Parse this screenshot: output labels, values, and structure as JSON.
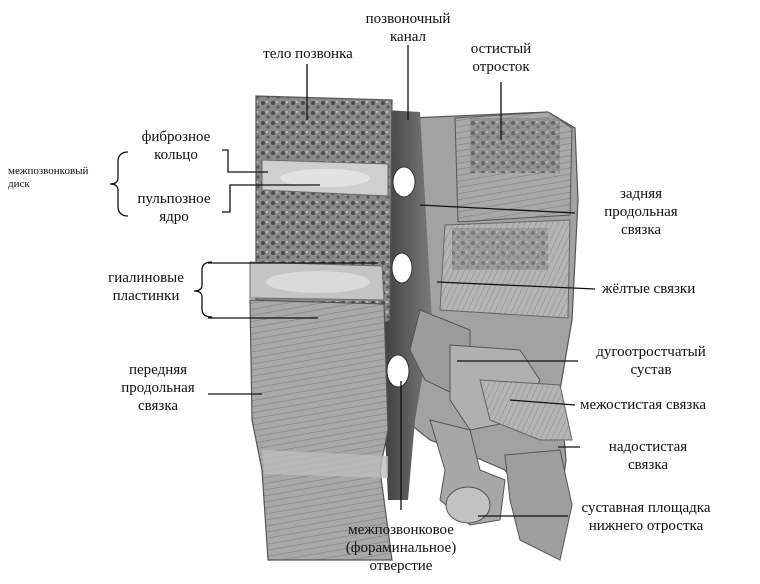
{
  "labels": {
    "spinal_canal": [
      "позвоночный",
      "канал"
    ],
    "vertebral_body": "тело позвонка",
    "spinous_process": [
      "остистый",
      "отросток"
    ],
    "fibrous_ring": [
      "фиброзное",
      "кольцо"
    ],
    "intervertebral_disc": [
      "межпозвонковый",
      "диск"
    ],
    "nucleus_pulposus": [
      "пульпозное",
      "ядро"
    ],
    "posterior_longitudinal_ligament": [
      "задняя",
      "продольная",
      "связка"
    ],
    "hyaline_plates": [
      "гиалиновые",
      "пластинки"
    ],
    "yellow_ligaments": "жёлтые связки",
    "anterior_longitudinal_ligament": [
      "передняя",
      "продольная",
      "связка"
    ],
    "facet_joint": [
      "дугоотростчатый",
      "сустав"
    ],
    "interspinous_ligament": "межостистая связка",
    "supraspinous_ligament": [
      "надостистая",
      "связка"
    ],
    "intervertebral_foramen": [
      "межпозвонковое",
      "(фораминальное)",
      "отверстие"
    ],
    "articular_surface_inferior_process": [
      "суставная площадка",
      "нижнего отростка"
    ]
  },
  "colors": {
    "bone_dark": "#6e6e6e",
    "bone_mid": "#9a9a9a",
    "bone_light": "#c9c9c9",
    "disc": "#d8d8d8",
    "ligament": "#b4b4b4",
    "foramen": "#ffffff",
    "line": "#111111"
  }
}
